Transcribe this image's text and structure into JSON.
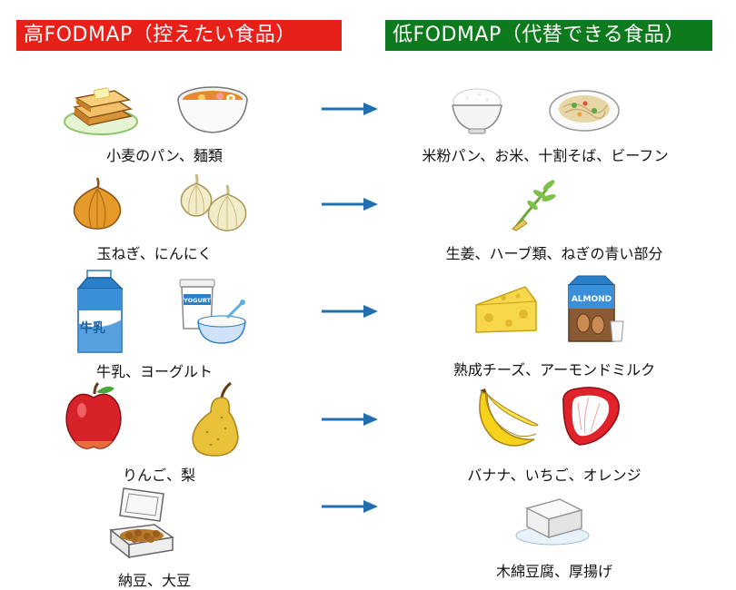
{
  "headers": {
    "high": "高FODMAP（控えたい食品）",
    "low": "低FODMAP（代替できる食品）"
  },
  "colors": {
    "high_header": "#e8201a",
    "low_header": "#0e7a1e",
    "arrow": "#1f6fb2"
  },
  "rows": [
    {
      "high_label": "小麦のパン、麺類",
      "low_label": "米粉パン、お米、十割そば、ビーフン",
      "high_icons": [
        "toast-icon",
        "noodle-bowl-icon"
      ],
      "low_icons": [
        "rice-bowl-icon",
        "rice-noodles-icon"
      ]
    },
    {
      "high_label": "玉ねぎ、にんにく",
      "low_label": "生姜、ハーブ類、ねぎの青い部分",
      "high_icons": [
        "onion-icon",
        "garlic-icon"
      ],
      "low_icons": [
        "ginger-icon"
      ]
    },
    {
      "high_label": "牛乳、ヨーグルト",
      "low_label": "熟成チーズ、アーモンドミルク",
      "high_icons": [
        "milk-carton-icon",
        "yogurt-icon"
      ],
      "low_icons": [
        "cheese-icon",
        "almond-milk-icon"
      ],
      "icon_text": {
        "milk": "牛乳",
        "yogurt": "YOGURT",
        "almond": "ALMOND"
      }
    },
    {
      "high_label": "りんご、梨",
      "low_label": "バナナ、いちご、オレンジ",
      "high_icons": [
        "apple-icon",
        "pear-icon"
      ],
      "low_icons": [
        "banana-icon",
        "strawberry-icon"
      ]
    },
    {
      "high_label": "納豆、大豆",
      "low_label": "木綿豆腐、厚揚げ",
      "high_icons": [
        "natto-icon"
      ],
      "low_icons": [
        "tofu-icon"
      ]
    }
  ]
}
